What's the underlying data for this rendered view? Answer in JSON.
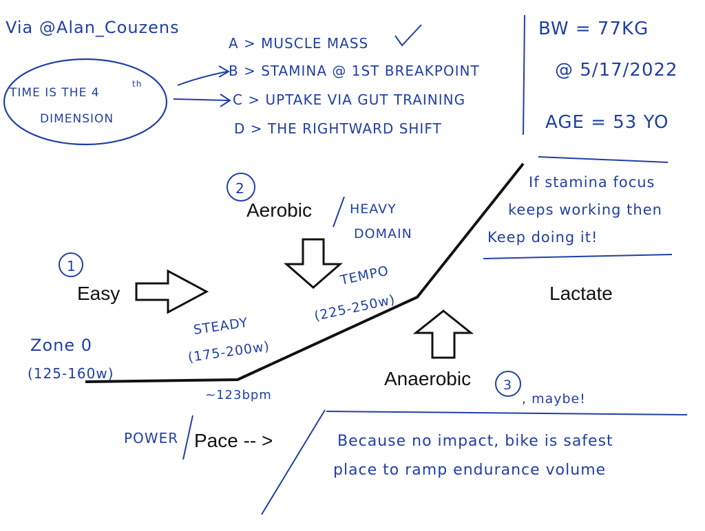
{
  "credit": "Via @Alan_Couzens",
  "circle_note": {
    "line1": "Time is the 4",
    "sup": "th",
    "line2": "Dimension"
  },
  "goals": [
    "A > Muscle Mass",
    "B > Stamina @ 1st Breakpoint",
    "C > Uptake Via Gut Training",
    "D > The Rightward Shift"
  ],
  "athlete": {
    "bw": "BW = 77kg",
    "date": "@ 5/17/2022",
    "age": "Age = 53 yo"
  },
  "stamina_note": {
    "line1": "If stamina focus",
    "line2": "keeps working then",
    "line3": "Keep doing it!"
  },
  "zones": {
    "aerobic_num": "2",
    "aerobic": "Aerobic",
    "heavy_domain_1": "Heavy",
    "heavy_domain_2": "Domain",
    "easy_num": "1",
    "easy": "Easy",
    "tempo": "Tempo",
    "tempo_range": "(225-250w)",
    "steady": "Steady",
    "steady_range": "(175-200w)",
    "zone0": "Zone 0",
    "zone0_range": "(125-160w)",
    "bpm": "~123bpm",
    "lactate": "Lactate",
    "anaerobic": "Anaerobic",
    "anaerobic_num": "3",
    "maybe": ", maybe!"
  },
  "axis": {
    "power": "Power",
    "pace": "Pace -- >"
  },
  "bike_note": {
    "line1": "Because no impact, bike is safest",
    "line2": "place to ramp endurance volume"
  },
  "colors": {
    "ink_blue": "#1f3fa6",
    "black": "#111111"
  }
}
